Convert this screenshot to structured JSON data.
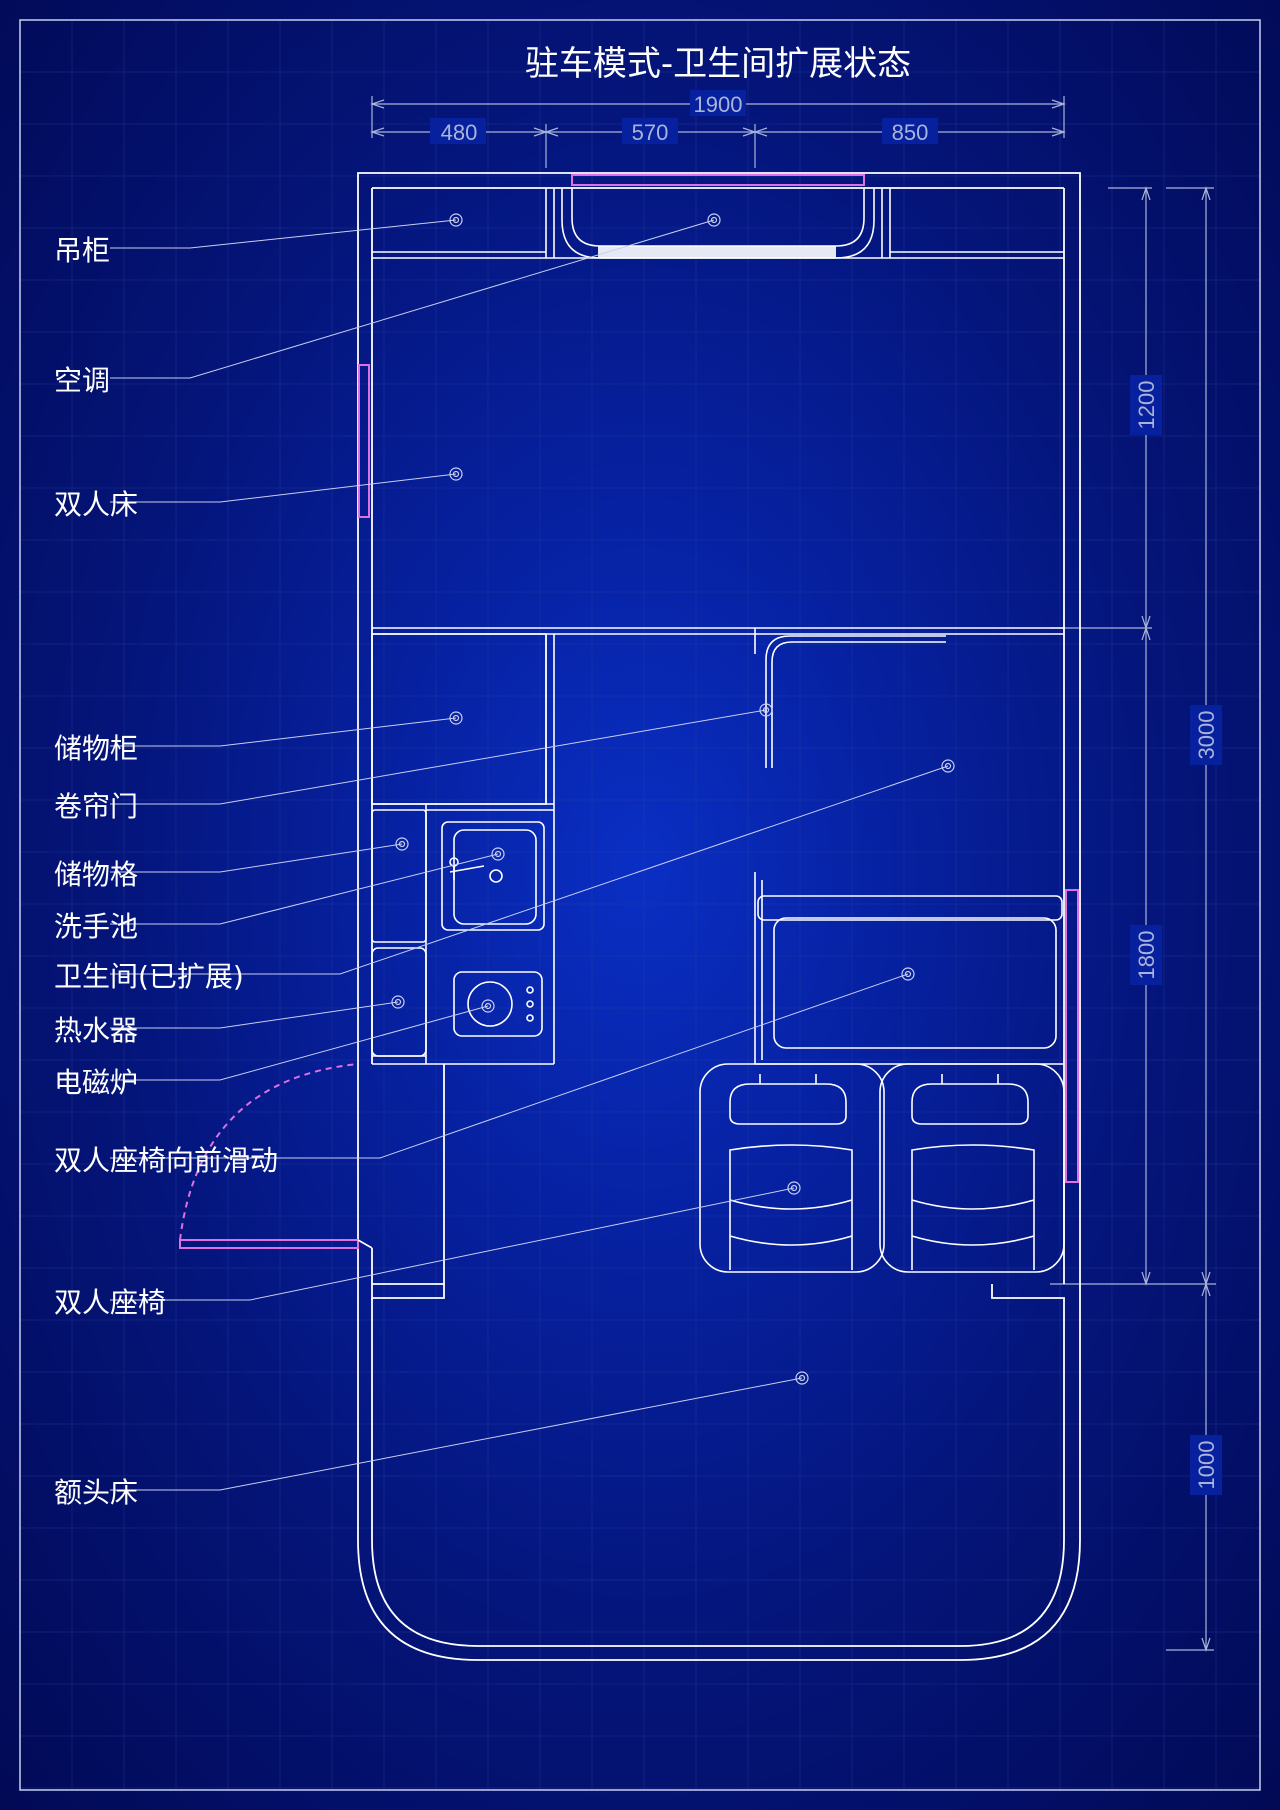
{
  "title": "驻车模式-卫生间扩展状态",
  "dimensions": {
    "total_width": "1900",
    "width_parts": [
      "480",
      "570",
      "850"
    ],
    "right_inner": [
      "1200",
      "1800"
    ],
    "right_outer": [
      "3000",
      "1000"
    ]
  },
  "callouts": [
    {
      "key": "hanging-cabinet",
      "text": "吊柜"
    },
    {
      "key": "air-conditioner",
      "text": "空调"
    },
    {
      "key": "double-bed",
      "text": "双人床"
    },
    {
      "key": "storage-cabinet",
      "text": "储物柜"
    },
    {
      "key": "roller-door",
      "text": "卷帘门"
    },
    {
      "key": "storage-compartment",
      "text": "储物格"
    },
    {
      "key": "wash-basin",
      "text": "洗手池"
    },
    {
      "key": "bathroom-expanded",
      "text": "卫生间(已扩展)"
    },
    {
      "key": "water-heater",
      "text": "热水器"
    },
    {
      "key": "induction-cooker",
      "text": "电磁炉"
    },
    {
      "key": "double-seat-slide",
      "text": "双人座椅向前滑动"
    },
    {
      "key": "double-seat",
      "text": "双人座椅"
    },
    {
      "key": "overcab-bed",
      "text": "额头床"
    }
  ],
  "colors": {
    "background": "#041478",
    "line": "#ffffff",
    "dimension": "#aab4d8",
    "window": "#e070e0"
  }
}
